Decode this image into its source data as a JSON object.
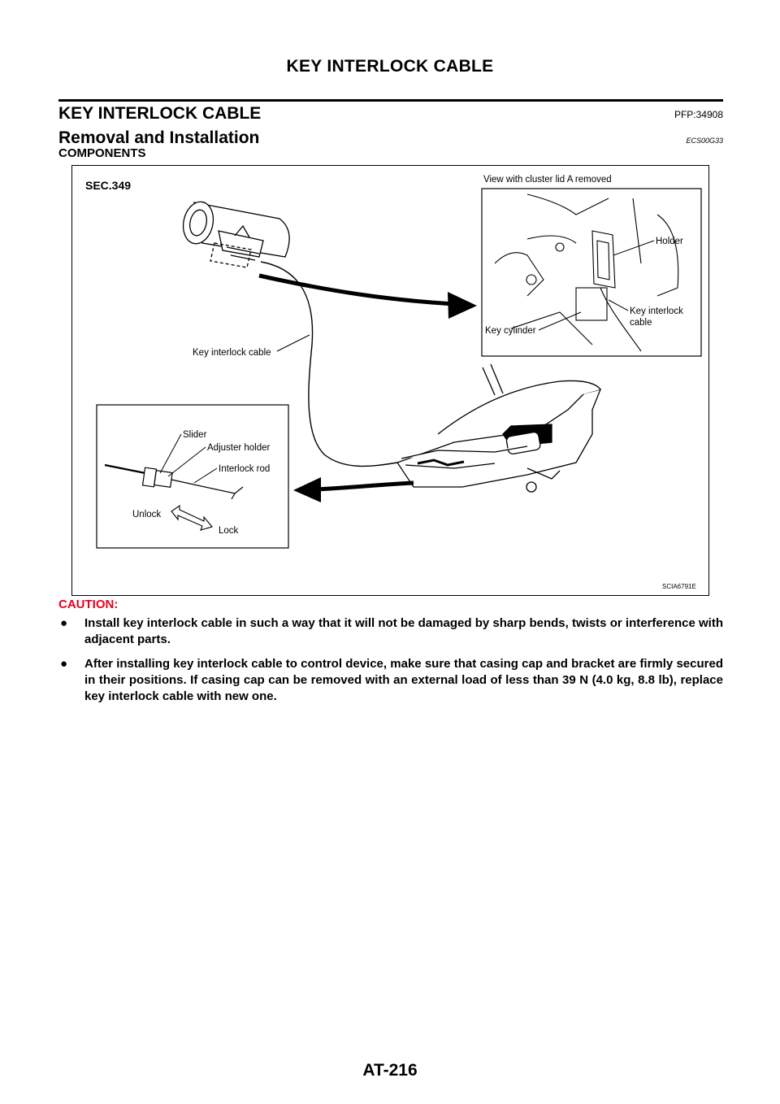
{
  "header": {
    "title": "KEY INTERLOCK CABLE"
  },
  "section": {
    "title": "KEY INTERLOCK CABLE",
    "pfp": "PFP:34908"
  },
  "subsection": {
    "title": "Removal and Installation",
    "code": "ECS00G33"
  },
  "components_heading": "COMPONENTS",
  "figure": {
    "sec": "SEC.349",
    "inset_title": "View with cluster lid A removed",
    "labels": {
      "holder": "Holder",
      "key_interlock_cable_inset_1": "Key interlock",
      "key_interlock_cable_inset_2": "cable",
      "key_cylinder": "Key cylinder",
      "key_interlock_cable": "Key interlock cable",
      "slider": "Slider",
      "adjuster_holder": "Adjuster holder",
      "interlock_rod": "Interlock rod",
      "unlock": "Unlock",
      "lock": "Lock"
    },
    "figure_code": "SCIA6791E"
  },
  "caution": {
    "heading": "CAUTION:",
    "items": [
      "Install key interlock cable in such a way that it will not be damaged by sharp bends, twists or interference with adjacent parts.",
      "After installing key interlock cable to control device, make sure that casing cap and bracket are firmly secured in their positions. If casing cap can be removed with an external load of less than 39 N (4.0 kg, 8.8 lb), replace key interlock cable with new one."
    ]
  },
  "footer": {
    "page_number": "AT-216"
  }
}
